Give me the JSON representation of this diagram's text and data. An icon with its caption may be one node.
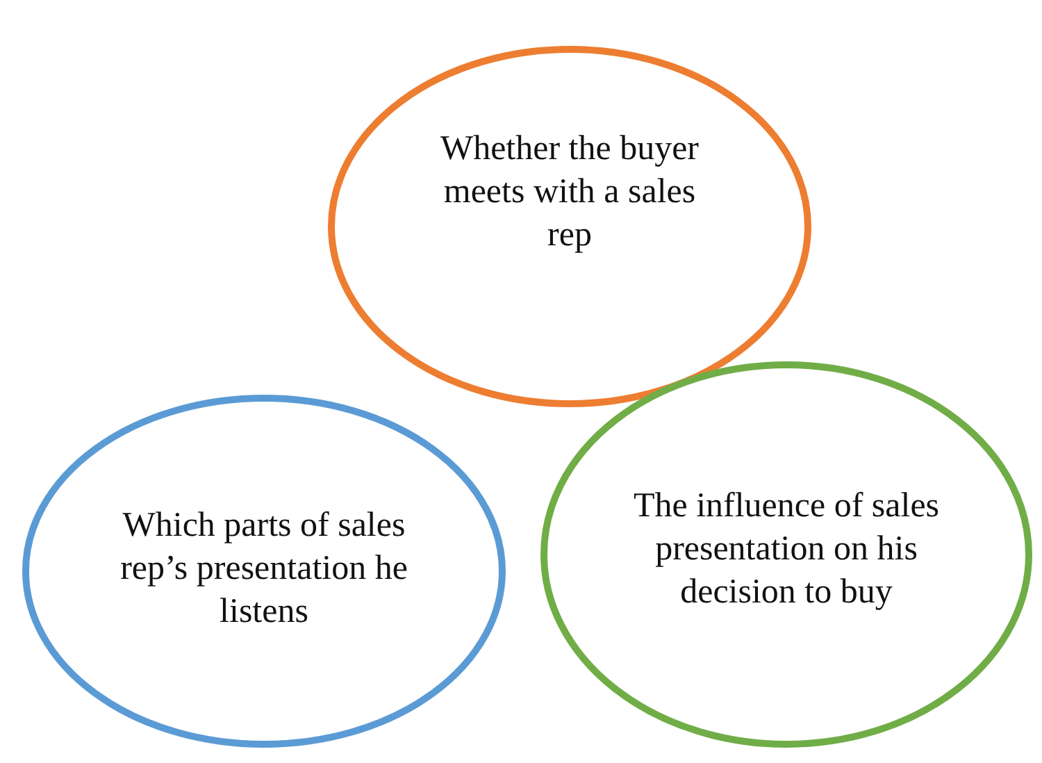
{
  "diagram": {
    "nodes": [
      {
        "text": [
          "Whether the buyer meets with a sales rep"
        ]
      },
      {
        "text": [
          "Which parts of sales rep’s presentation he listens"
        ]
      },
      {
        "text": [
          "The influence of sales presentation on his decision to buy"
        ]
      }
    ]
  }
}
